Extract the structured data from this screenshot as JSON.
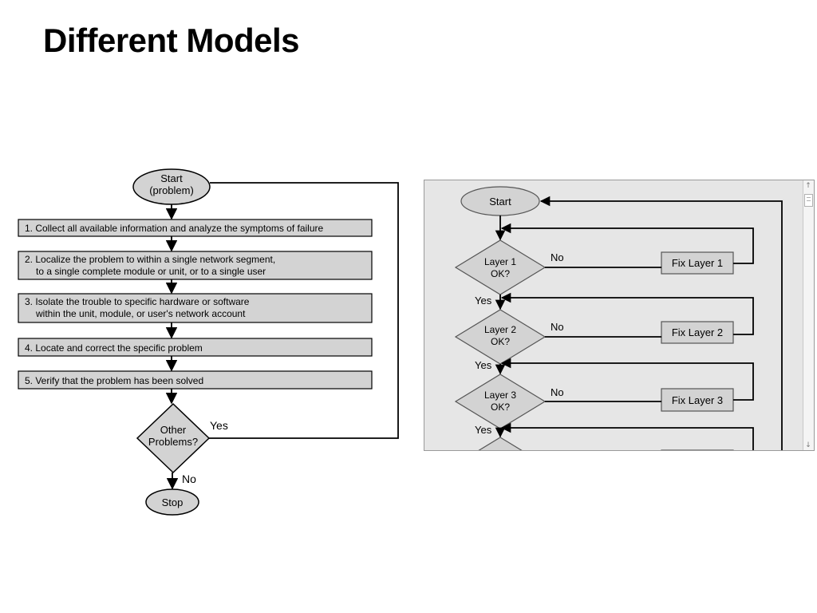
{
  "title": "Different Models",
  "left_flowchart": {
    "start": [
      "Start",
      "(problem)"
    ],
    "steps": [
      [
        "1. Collect all available information and analyze the symptoms of failure"
      ],
      [
        "2. Localize the problem to within a single network segment,",
        "to a single complete module or unit, or to a single user"
      ],
      [
        "3. Isolate the trouble to specific hardware or software",
        "within the unit, module, or user's network account"
      ],
      [
        "4. Locate and correct the specific problem"
      ],
      [
        "5. Verify that the problem has been solved"
      ]
    ],
    "decision": [
      "Other",
      "Problems?"
    ],
    "yes_label": "Yes",
    "no_label": "No",
    "stop": "Stop"
  },
  "right_flowchart": {
    "start": "Start",
    "layers": [
      {
        "question": [
          "Layer 1",
          "OK?"
        ],
        "fix": "Fix Layer 1"
      },
      {
        "question": [
          "Layer 2",
          "OK?"
        ],
        "fix": "Fix Layer 2"
      },
      {
        "question": [
          "Layer 3",
          "OK?"
        ],
        "fix": "Fix Layer 3"
      }
    ],
    "yes_label": "Yes",
    "no_label": "No",
    "scroll_up_icon": "arrow-up-icon",
    "scroll_down_icon": "arrow-down-icon"
  },
  "colors": {
    "box_fill": "#d3d3d3",
    "panel_bg": "#e6e6e6",
    "stroke": "#000000"
  }
}
